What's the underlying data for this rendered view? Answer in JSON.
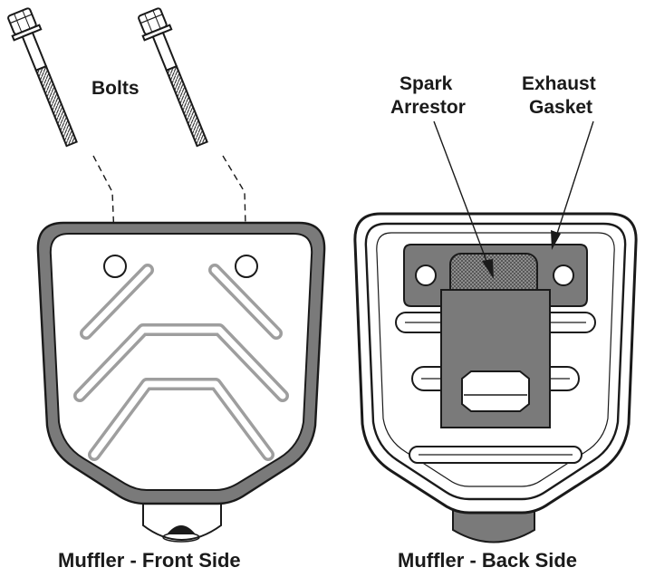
{
  "labels": {
    "bolts": "Bolts",
    "spark_arrestor_line1": "Spark",
    "spark_arrestor_line2": "Arrestor",
    "exhaust_gasket_line1": "Exhaust",
    "exhaust_gasket_line2": "Gasket"
  },
  "captions": {
    "front": "Muffler - Front Side",
    "back": "Muffler - Back Side"
  },
  "colors": {
    "outline": "#1a1a1a",
    "gray_fill": "#7a7a7a",
    "light_gray": "#bdbdbd",
    "rib_gray": "#9e9e9e",
    "background": "#ffffff"
  }
}
